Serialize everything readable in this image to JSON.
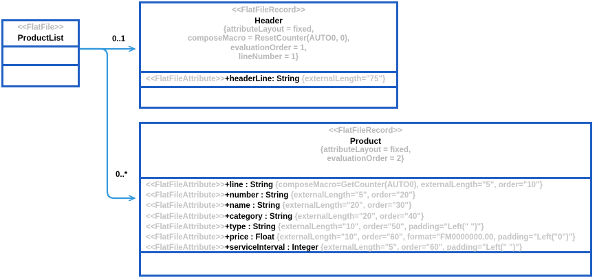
{
  "diagram": {
    "type": "uml-class-diagram",
    "colors": {
      "class_border": "#1f5fc4",
      "connector": "#3399dd",
      "stereotype_text": "#bdbdbd",
      "property_text": "#c4c4c4",
      "name_text": "#000000",
      "background": "#ffffff"
    }
  },
  "classes": [
    {
      "id": "product-list",
      "stereotype": "<<FlatFile>>",
      "name": "ProductList",
      "tags": [],
      "attributes": [],
      "empty_compartments": 2
    },
    {
      "id": "header",
      "stereotype": "<<FlatFileRecord>>",
      "name": "Header",
      "tags": [
        "{attributeLayout = fixed,",
        "composeMacro = ResetCounter(AUTO0, 0),",
        "evaluationOrder = 1,",
        "lineNumber = 1}"
      ],
      "attributes": [
        {
          "stereotype": "<<FlatFileAttribute>>",
          "signature": "+headerLine: String",
          "properties": "{externalLength=\"75\"}"
        }
      ],
      "empty_compartments": 1
    },
    {
      "id": "product",
      "stereotype": "<<FlatFileRecord>>",
      "name": "Product",
      "tags": [
        "{attributeLayout = fixed,",
        "evaluationOrder = 2}"
      ],
      "attributes": [
        {
          "stereotype": "<<FlatFileAttribute>>",
          "signature": "+line : String",
          "properties": "{composeMacro=GetCounter(AUTO0), externalLength=\"5\", order=\"10\"}"
        },
        {
          "stereotype": "<<FlatFileAttribute>>",
          "signature": "+number : String",
          "properties": "{externalLength=\"5\", order=\"20\"}"
        },
        {
          "stereotype": "<<FlatFileAttribute>>",
          "signature": "+name : String",
          "properties": "{externalLength=\"20\", order=\"30\"}"
        },
        {
          "stereotype": "<<FlatFileAttribute>>",
          "signature": "+category : String",
          "properties": "{externalLength=\"20\", order=\"40\"}"
        },
        {
          "stereotype": "<<FlatFileAttribute>>",
          "signature": "+type : String",
          "properties": "{externalLength=\"10\", order=\"50\", padding=\"Left(\" \")\"}"
        },
        {
          "stereotype": "<<FlatFileAttribute>>",
          "signature": "+price : Float",
          "properties": "{externalLength=\"10\", order=\"60\", format=\"FM0000000.00, padding=\"Left(\"0\")\"}"
        },
        {
          "stereotype": "<<FlatFileAttribute>>",
          "signature": "+serviceInterval : Integer",
          "properties": "{externalLength=\"5\", order=\"60\", padding=\"Left(\" \")\"}"
        }
      ],
      "empty_compartments": 1
    }
  ],
  "associations": [
    {
      "id": "assoc-header",
      "from": "product-list",
      "to": "header",
      "multiplicity": "0..1"
    },
    {
      "id": "assoc-product",
      "from": "product-list",
      "to": "product",
      "multiplicity": "0..*"
    }
  ]
}
